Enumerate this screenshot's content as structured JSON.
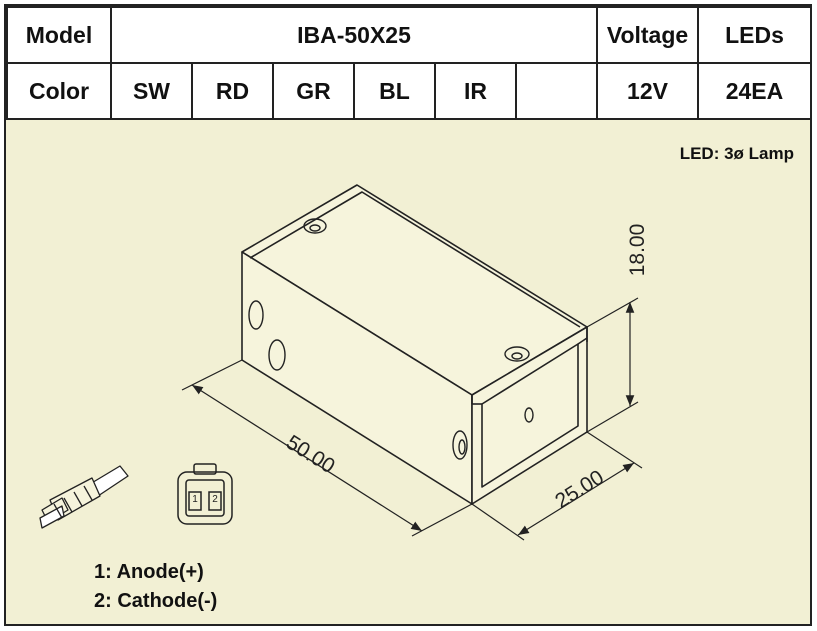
{
  "spec_table": {
    "model_label": "Model",
    "model_value": "IBA-50X25",
    "voltage_label": "Voltage",
    "leds_label": "LEDs",
    "color_label": "Color",
    "colors": [
      "SW",
      "RD",
      "GR",
      "BL",
      "IR",
      ""
    ],
    "voltage_value": "12V",
    "leds_value": "24EA"
  },
  "led_info": "LED: 3ø Lamp",
  "dimensions": {
    "length": "50.00",
    "width": "25.00",
    "height": "18.00"
  },
  "connector": {
    "pin_1_number": "1",
    "pin_2_number": "2",
    "pin_1_desc": "1: Anode(+)",
    "pin_2_desc": "2: Cathode(-)"
  },
  "palette": {
    "background": "#f2f0d4",
    "sw": "#d3d3d3",
    "rd": "#ee1c24",
    "gr": "#0e9c4a",
    "bl": "#0b6bbf",
    "ir_text": "#e31b23"
  }
}
